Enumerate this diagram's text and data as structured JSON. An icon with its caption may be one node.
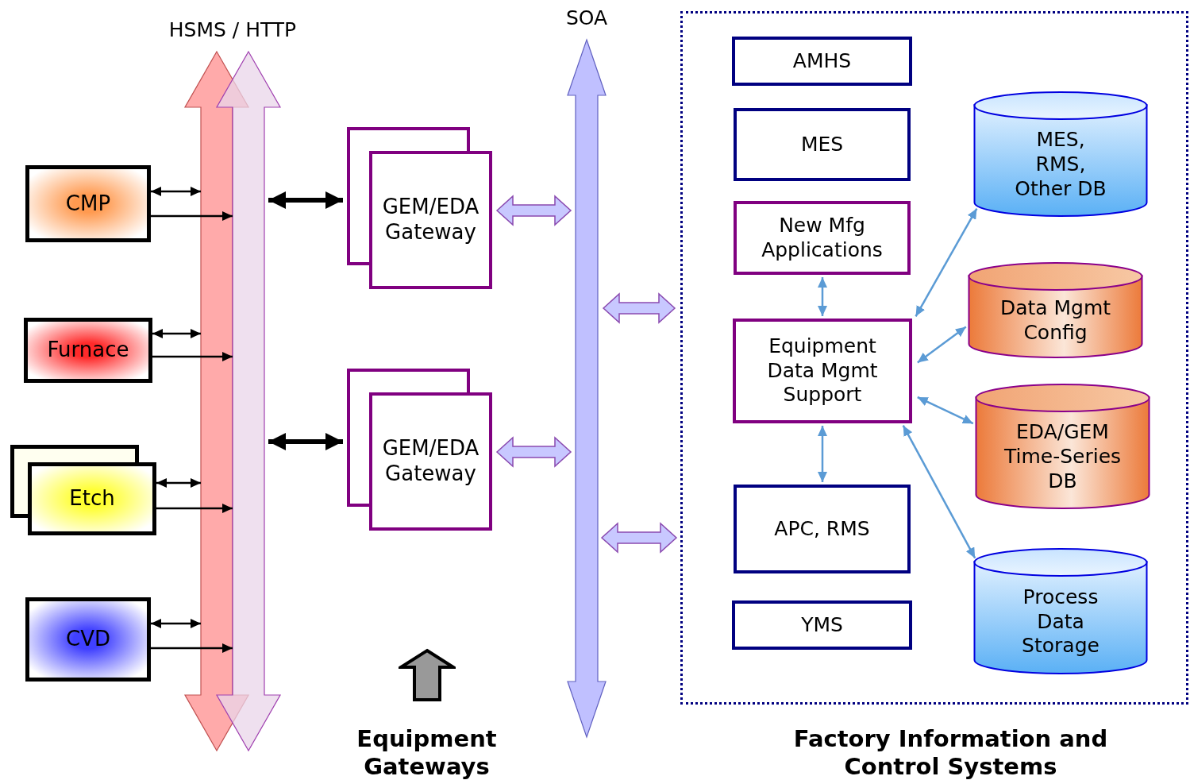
{
  "diagram": {
    "nodes": [
      {
        "text": [
          "CMP"
        ]
      },
      {
        "text": [
          "Furnace"
        ]
      },
      {
        "text": [
          "Etch"
        ]
      },
      {
        "text": [
          "CVD"
        ]
      },
      {
        "text": [],
        "shape": "bar",
        "beside": [
          "HSMS / HTTP"
        ]
      },
      {
        "text": [
          "GEM/EDA Gateway"
        ]
      },
      {
        "text": [
          "GEM/EDA Gateway"
        ]
      },
      {
        "text": [],
        "shape": "bar",
        "beside": [
          "SOA"
        ]
      },
      {
        "text": [],
        "shape": "box"
      },
      {
        "text": [
          "AMHS"
        ],
        "in": 8
      },
      {
        "text": [
          "MES"
        ],
        "in": 8
      },
      {
        "text": [
          "New Mfg Applications"
        ],
        "in": 8
      },
      {
        "text": [
          "Equipment Data Mgmt Support"
        ],
        "in": 8
      },
      {
        "text": [
          "APC, RMS"
        ],
        "in": 8
      },
      {
        "text": [
          "YMS"
        ],
        "in": 8
      },
      {
        "text": [
          "MES, RMS, Other DB"
        ],
        "in": 8
      },
      {
        "text": [
          "Data Mgmt Config"
        ],
        "in": 8
      },
      {
        "text": [
          "EDA/GEM Time-Series DB"
        ],
        "in": 8
      },
      {
        "text": [
          "Process Data Storage"
        ],
        "in": 8
      }
    ],
    "edges": [
      {
        "from": 0,
        "to": 4,
        "arrow": "both"
      },
      {
        "from": 0,
        "to": 4,
        "arrow": "to"
      },
      {
        "from": 1,
        "to": 4,
        "arrow": "both"
      },
      {
        "from": 1,
        "to": 4,
        "arrow": "to"
      },
      {
        "from": 2,
        "to": 4,
        "arrow": "both"
      },
      {
        "from": 2,
        "to": 4,
        "arrow": "to"
      },
      {
        "from": 3,
        "to": 4,
        "arrow": "both"
      },
      {
        "from": 3,
        "to": 4,
        "arrow": "to"
      },
      {
        "from": 4,
        "to": 5,
        "arrow": "both",
        "style": "thick"
      },
      {
        "from": 4,
        "to": 6,
        "arrow": "both",
        "style": "thick"
      },
      {
        "from": 5,
        "to": 7,
        "arrow": "both",
        "style": "thick",
        "color": "#c8c8ff"
      },
      {
        "from": 6,
        "to": 7,
        "arrow": "both",
        "style": "thick",
        "color": "#c8c8ff"
      },
      {
        "from": 7,
        "to": 8,
        "arrow": "both",
        "style": "thick",
        "color": "#c8c8ff"
      },
      {
        "from": 7,
        "to": 8,
        "arrow": "both",
        "style": "thick",
        "color": "#c8c8ff"
      },
      {
        "from": 11,
        "to": 12,
        "arrow": "both",
        "color": "#5b9bd5"
      },
      {
        "from": 12,
        "to": 13,
        "arrow": "both",
        "color": "#5b9bd5"
      },
      {
        "from": 12,
        "to": 15,
        "arrow": "both",
        "color": "#5b9bd5"
      },
      {
        "from": 12,
        "to": 16,
        "arrow": "both",
        "color": "#5b9bd5"
      },
      {
        "from": 12,
        "to": 17,
        "arrow": "both",
        "color": "#5b9bd5"
      },
      {
        "from": 12,
        "to": 18,
        "arrow": "both",
        "color": "#5b9bd5"
      }
    ],
    "labels": [
      "Equipment Gateways",
      "Factory Information and Control Systems"
    ]
  }
}
